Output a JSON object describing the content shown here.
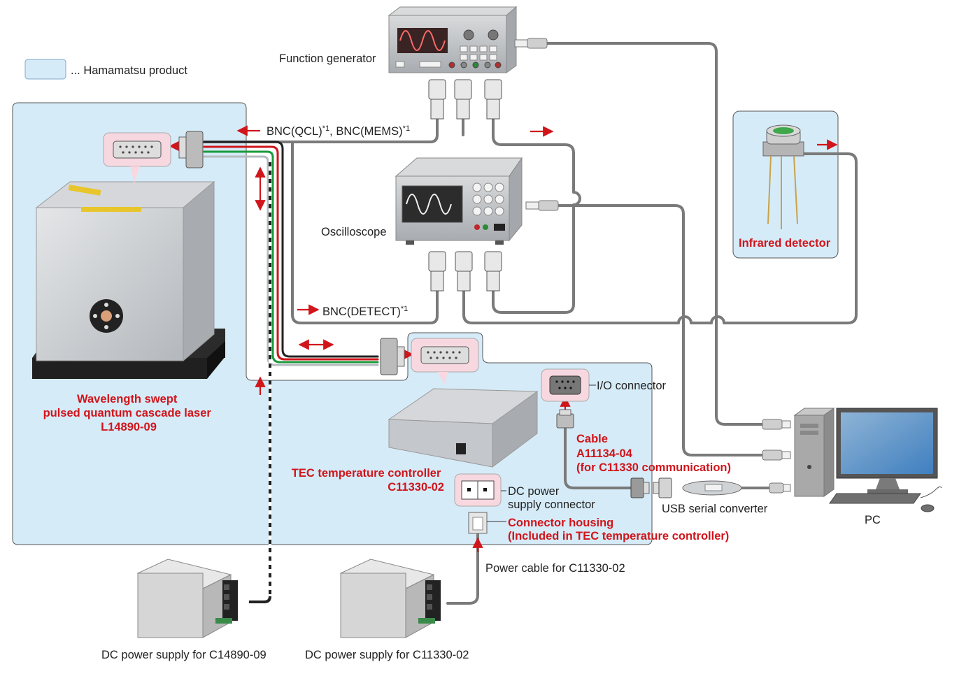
{
  "legend": {
    "text": "... Hamamatsu product",
    "swatch_color": "#d6ebf8"
  },
  "devices": {
    "function_generator": {
      "label": "Function generator"
    },
    "oscilloscope": {
      "label": "Oscilloscope"
    },
    "infrared_detector": {
      "label": "Infrared detector"
    },
    "pc": {
      "label": "PC"
    },
    "laser": {
      "line1": "Wavelength swept",
      "line2": "pulsed quantum cascade laser",
      "line3": "L14890-09"
    },
    "tec_controller": {
      "line1": "TEC temperature controller",
      "line2": "C11330-02"
    },
    "io_connector": {
      "label": "I/O connector"
    },
    "dc_power_connector": {
      "line1": "DC power",
      "line2": "supply connector"
    },
    "connector_housing": {
      "line1": "Connector housing",
      "line2": "(Included in TEC temperature controller)"
    },
    "cable": {
      "line1": "Cable",
      "line2": "A11134-04",
      "line3": "(for C11330 communication)"
    },
    "usb_serial_converter": {
      "label": "USB serial converter"
    },
    "power_cable": {
      "label": "Power cable for C11330-02"
    },
    "dc_supply_laser": {
      "label": "DC power supply for C14890-09"
    },
    "dc_supply_tec": {
      "label": "DC power supply for C11330-02"
    }
  },
  "cables": {
    "bnc_qcl_mems": {
      "text": "BNC(QCL)",
      "sup1": "*1",
      "text2": ", BNC(MEMS)",
      "sup2": "*1"
    },
    "bnc_detect": {
      "text": "BNC(DETECT)",
      "sup": "*1"
    }
  },
  "colors": {
    "product_bg": "#d6ebf8",
    "product_border": "#555555",
    "arrow_red": "#d0151b",
    "cable_gray": "#7a7a7a",
    "label_red": "#d0151b"
  },
  "icons": [
    "oscilloscope-icon",
    "function-generator-icon",
    "pc-icon",
    "laser-icon",
    "detector-icon",
    "tec-controller-icon",
    "power-supply-icon",
    "bnc-connector-icon",
    "usb-plug-icon",
    "dsub-connector-icon"
  ]
}
